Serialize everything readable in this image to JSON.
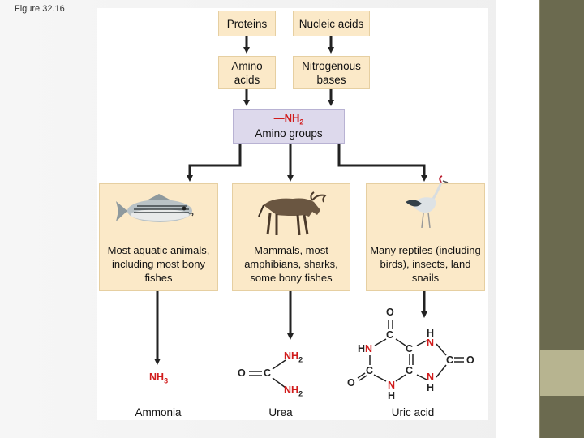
{
  "figure_label": "Figure 32.16",
  "top_boxes": {
    "proteins": "Proteins",
    "nucleic_acids": "Nucleic acids",
    "amino_acids": "Amino acids",
    "nitrogenous_bases": "Nitrogenous bases"
  },
  "amino_groups": {
    "formula": "—NH",
    "subscript": "2",
    "label": "Amino groups"
  },
  "panels": [
    {
      "label": "Most aquatic animals, including most bony fishes",
      "icon": "fish-image"
    },
    {
      "label": "Mammals, most amphibians, sharks, some bony fishes",
      "icon": "wildebeest-image"
    },
    {
      "label": "Many reptiles (including birds), insects, land snails",
      "icon": "crane-bird-image"
    }
  ],
  "products": {
    "ammonia": {
      "name": "Ammonia",
      "formula": "NH",
      "subscript": "3"
    },
    "urea": {
      "name": "Urea",
      "o": "O",
      "c": "C",
      "nh2": "NH",
      "sub": "2"
    },
    "uric_acid": {
      "name": "Uric acid",
      "o": "O",
      "c": "C",
      "n": "N",
      "h": "H",
      "hn": "HN"
    }
  },
  "colors": {
    "box_fill": "#fbe9c8",
    "amino_fill": "#ddd9ec",
    "nitrogen_red": "#d11b1b",
    "arrow": "#222222"
  }
}
